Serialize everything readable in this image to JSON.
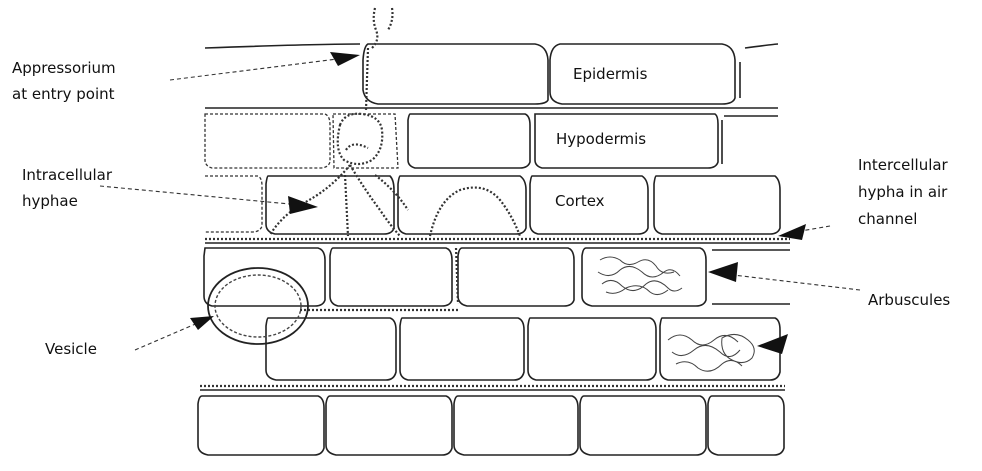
{
  "labels": {
    "appressorium_line1": "Appressorium",
    "appressorium_line2": "at entry point",
    "epidermis": "Epidermis",
    "hypodermis": "Hypodermis",
    "cortex": "Cortex",
    "intracellular_line1": "Intracellular",
    "intracellular_line2": "hyphae",
    "intercellular_line1": "Intercellular",
    "intercellular_line2": "hypha in air",
    "intercellular_line3": "channel",
    "arbuscules": "Arbuscules",
    "vesicle": "Vesicle"
  },
  "colors": {
    "ink": "#222222",
    "background": "#ffffff"
  }
}
